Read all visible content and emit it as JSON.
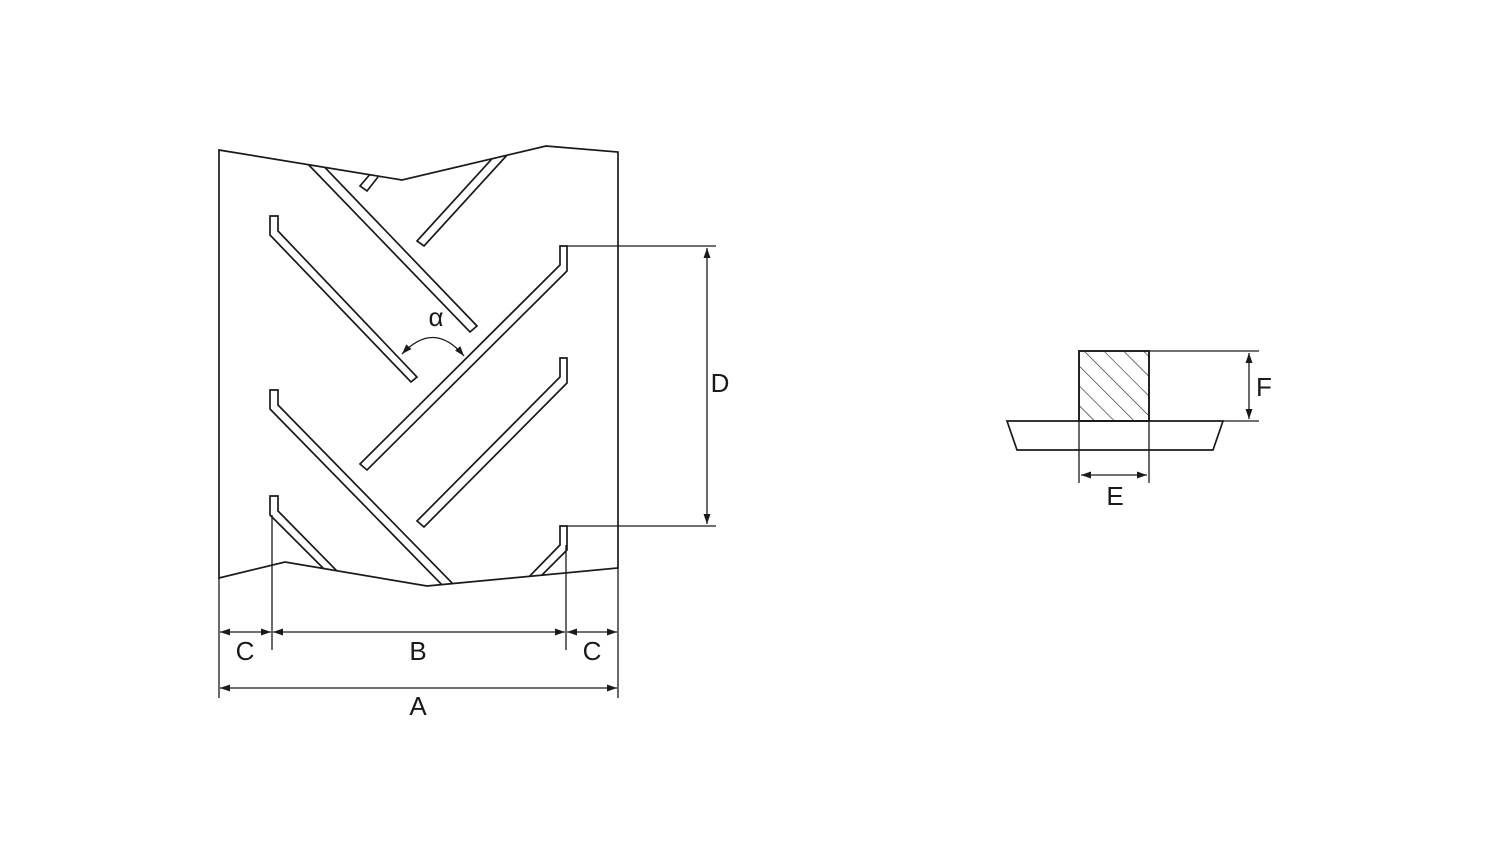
{
  "labels": {
    "alpha": "α",
    "A": "A",
    "B": "B",
    "C_left": "C",
    "C_right": "C",
    "D": "D",
    "E": "E",
    "F": "F"
  },
  "colors": {
    "line": "#1a1a1a",
    "background": "#ffffff"
  }
}
